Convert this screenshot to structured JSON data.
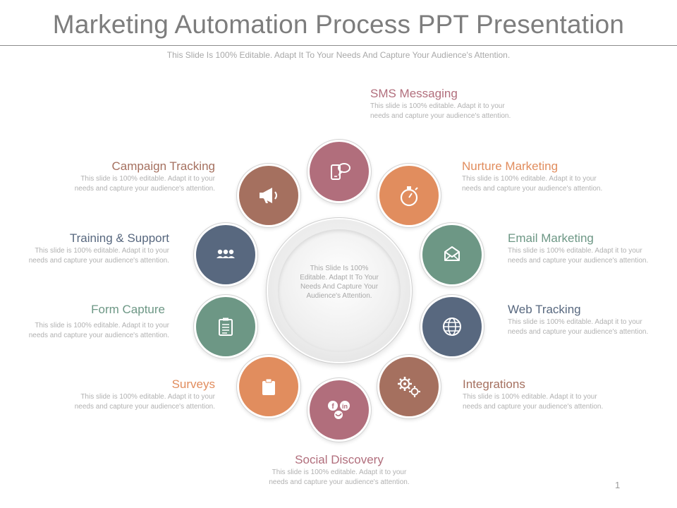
{
  "slide": {
    "title": "Marketing Automation Process PPT Presentation",
    "subtitle": "This Slide Is 100% Editable. Adapt It To Your Needs And Capture Your Audience's Attention.",
    "center_text": "This Slide Is 100% Editable. Adapt It To Your Needs And Capture Your Audience's Attention.",
    "page_number": "1"
  },
  "colors": {
    "mauve": "#b16e7c",
    "orange": "#e18d5e",
    "green": "#6d9785",
    "blue": "#58687f",
    "brown": "#a5705f"
  },
  "steps": [
    {
      "title": "SMS Messaging",
      "text": "This slide is 100% editable. Adapt it to your needs and capture your audience's attention.",
      "icon": "phone-chat-icon",
      "color": "#b16e7c"
    },
    {
      "title": "Nurture Marketing",
      "text": "This slide is 100% editable. Adapt it to your needs and capture your audience's attention.",
      "icon": "stopwatch-icon",
      "color": "#e18d5e"
    },
    {
      "title": "Email Marketing",
      "text": "This slide is 100% editable. Adapt it to your needs and capture your audience's attention.",
      "icon": "envelope-icon",
      "color": "#6d9785"
    },
    {
      "title": "Web Tracking",
      "text": "This slide is 100% editable. Adapt it to your needs and capture your audience's attention.",
      "icon": "globe-icon",
      "color": "#58687f"
    },
    {
      "title": "Integrations",
      "text": "This slide is 100% editable. Adapt it to your needs and capture your audience's attention.",
      "icon": "gears-icon",
      "color": "#a5705f"
    },
    {
      "title": "Social Discovery",
      "text": "This slide is 100% editable. Adapt it to your needs and capture your audience's attention.",
      "icon": "social-icons-icon",
      "color": "#b16e7c"
    },
    {
      "title": "Surveys",
      "text": "This slide is 100% editable. Adapt it to your needs and capture your audience's attention.",
      "icon": "clipboard-icon",
      "color": "#e18d5e"
    },
    {
      "title": "Form Capture",
      "text": "This slide is 100% editable. Adapt it to your needs and capture your audience's attention.",
      "icon": "form-icon",
      "color": "#6d9785"
    },
    {
      "title": "Training & Support",
      "text": "This slide is 100% editable. Adapt it to your needs and capture your audience's attention.",
      "icon": "team-icon",
      "color": "#58687f"
    },
    {
      "title": "Campaign Tracking",
      "text": "This slide is 100% editable. Adapt it to your needs and capture your audience's attention.",
      "icon": "megaphone-icon",
      "color": "#a5705f"
    }
  ]
}
